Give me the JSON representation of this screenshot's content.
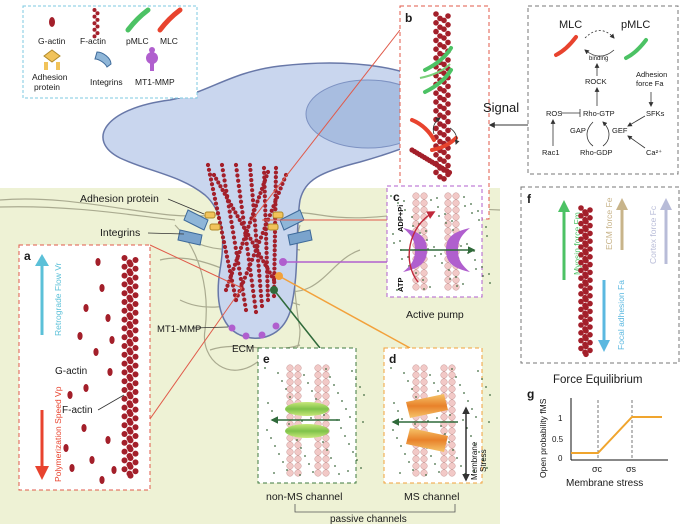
{
  "legend": {
    "g_actin": "G-actin",
    "f_actin": "F-actin",
    "pmlc": "pMLC",
    "mlc": "MLC",
    "adhesion_protein": "Adhesion\nprotein",
    "integrins": "Integrins",
    "mt1mmp": "MT1-MMP"
  },
  "cell_labels": {
    "adhesion_protein": "Adhesion protein",
    "integrins": "Integrins",
    "mt1mmp": "MT1-MMP",
    "ecm": "ECM",
    "signal": "Signal",
    "active_pump": "Active pump",
    "non_ms_channel": "non-MS channel",
    "ms_channel": "MS channel",
    "passive_channels": "passive channels",
    "membrane_stress": "Membrane\nStress"
  },
  "panel_a": {
    "letter": "a",
    "retrograde": "Retrograde Flow Vr",
    "polymerization": "Polymerization Speed Vp",
    "g_actin": "G-actin",
    "f_actin": "F-actin"
  },
  "panel_b": {
    "letter": "b"
  },
  "panel_c": {
    "letter": "c",
    "adp": "ADP+Pi",
    "atp": "ATP"
  },
  "panel_d": {
    "letter": "d"
  },
  "panel_e": {
    "letter": "e"
  },
  "panel_f": {
    "letter": "f",
    "myosin": "Myosin force Fm",
    "ecm": "ECM force Fe",
    "cortex": "Cortex force Fc",
    "focal": "Focal adhesion Fa",
    "title": "Force Equilibrium"
  },
  "signaling": {
    "mlc": "MLC",
    "pmlc": "pMLC",
    "binding": "binding",
    "rock": "ROCK",
    "adhesion_force": "Adhesion\nforce Fa",
    "ros": "ROS",
    "rho_gtp": "Rho-GTP",
    "gap": "GAP",
    "gef": "GEF",
    "sfks": "SFKs",
    "rac1": "Rac1",
    "rho_gdp": "Rho-GDP",
    "ca": "Ca²⁺"
  },
  "panel_g": {
    "letter": "g",
    "ylabel": "Open probability fMS",
    "xlabel": "Membrane stress",
    "y_ticks": [
      "0",
      "0.5",
      "1"
    ],
    "x_ticks": [
      "σc",
      "σs"
    ]
  },
  "colors": {
    "ecm_bg": "#eef2d5",
    "cell": "#c9d6ee",
    "nucleus": "#a8bde0",
    "actin": "#a31f2a",
    "red_box": "#e05a4a",
    "purple": "#b05fce",
    "orange": "#f2a13b",
    "green": "#3f7a3f",
    "legend_border": "#7cc9e0",
    "retro": "#5bc0d8",
    "poly": "#e8432e",
    "myosin": "#4cc264",
    "ecm_force": "#c8b48a",
    "cortex": "#b8bcd8",
    "focal": "#5bb8e0",
    "curve": "#f0a52e"
  }
}
